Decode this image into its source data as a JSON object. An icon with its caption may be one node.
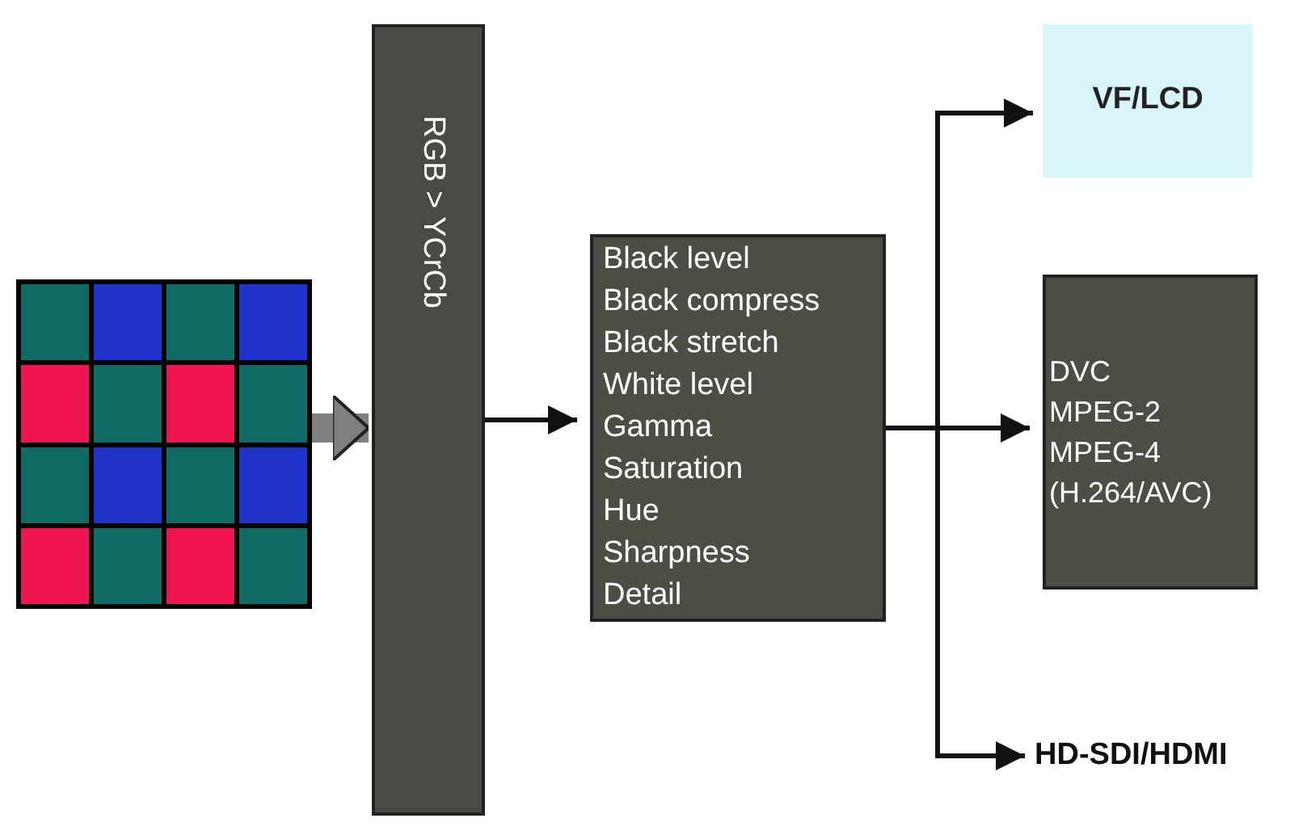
{
  "diagram": {
    "nodes": [
      {
        "text": [],
        "shape": "grid"
      },
      {
        "text": [
          "RGB > YCrCb"
        ]
      },
      {
        "text": [
          "Black level",
          "Black compress",
          "Black stretch",
          "White level",
          "Gamma",
          "Saturation",
          "Hue",
          "Sharpness",
          "Detail"
        ]
      },
      {
        "text": [
          "VF/LCD"
        ]
      },
      {
        "text": [
          "DVC",
          "MPEG-2",
          "MPEG-4",
          "(H.264/AVC)"
        ]
      },
      {
        "text": [
          "HD-SDI/HDMI"
        ]
      }
    ],
    "edges": [
      {
        "from": 0,
        "to": 1,
        "arrow": "to",
        "style": "thick",
        "color": "#808080"
      },
      {
        "from": 1,
        "to": 2,
        "arrow": "to"
      },
      {
        "from": 2,
        "to": 3,
        "arrow": "to"
      },
      {
        "from": 2,
        "to": 4,
        "arrow": "to"
      },
      {
        "from": 2,
        "to": 5,
        "arrow": "to"
      }
    ]
  }
}
